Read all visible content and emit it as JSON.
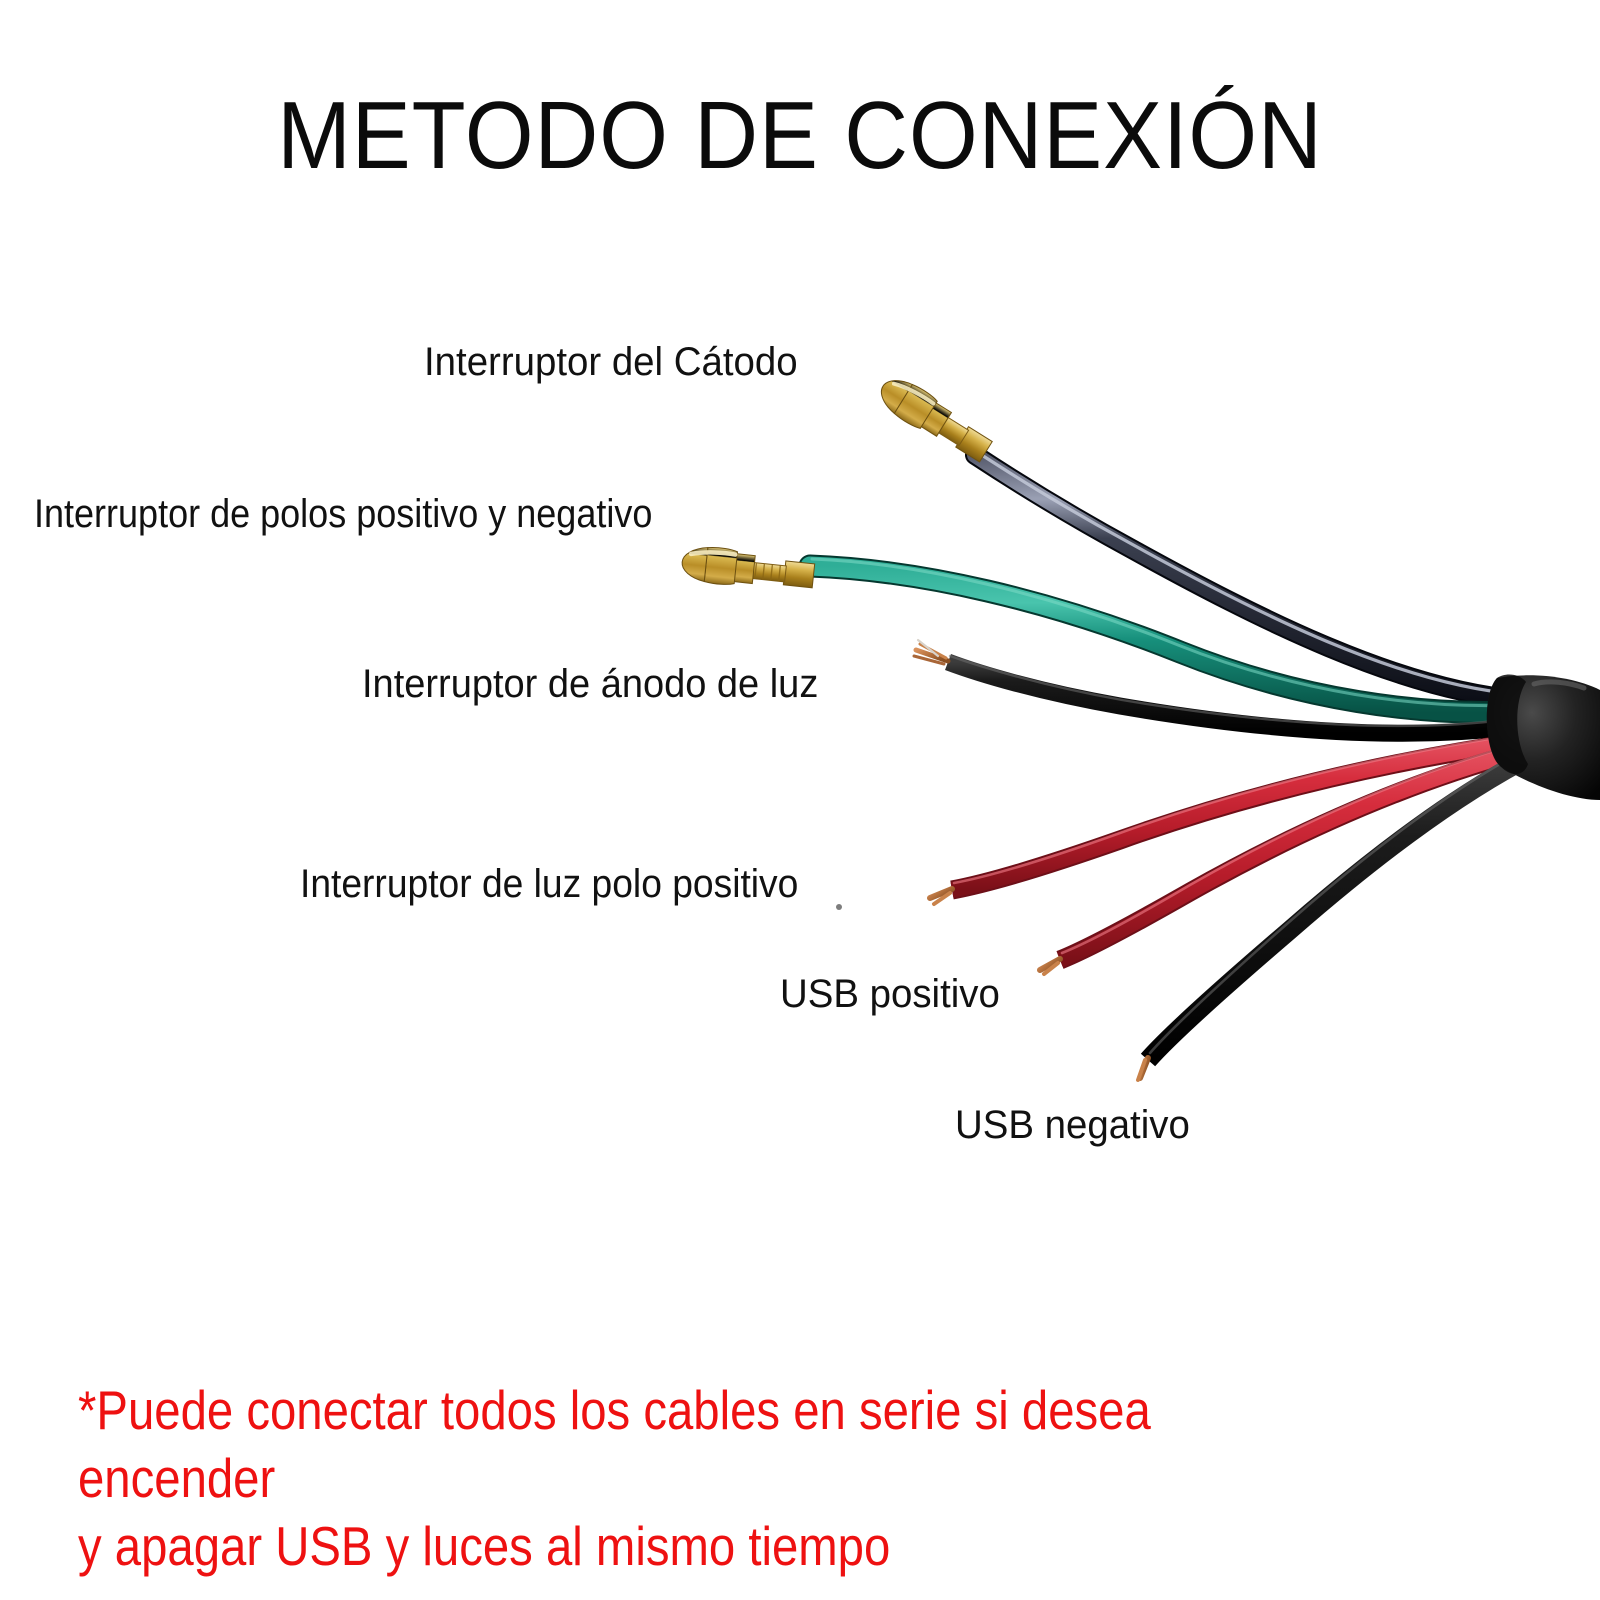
{
  "page": {
    "background_color": "#ffffff",
    "title": "METODO DE CONEXIÓN"
  },
  "labels": {
    "cathode_switch": "Interruptor del Cátodo",
    "poles_switch": "Interruptor de polos positivo y negativo",
    "light_anode_switch": "Interruptor de ánodo de luz",
    "light_positive_switch": "Interruptor de luz polo positivo",
    "usb_positive": "USB positivo",
    "usb_negative": "USB negativo"
  },
  "note": {
    "text": "*Puede conectar todos los cables en serie si desea encender\ny apagar USB y luces al mismo tiempo",
    "color": "#ee1111"
  },
  "diagram": {
    "description": "Cable harness with six wires fanning out from a black sheath at the right edge",
    "wires": [
      {
        "name": "cathode-switch-wire",
        "label": "Interruptor del Cátodo",
        "color": "#1b1f2e",
        "color_name": "black-navy",
        "termination": "gold-bullet-connector"
      },
      {
        "name": "poles-switch-wire",
        "label": "Interruptor de polos positivo y negativo",
        "color": "#17907c",
        "color_name": "teal-green",
        "termination": "gold-bullet-connector"
      },
      {
        "name": "light-anode-wire",
        "label": "Interruptor de ánodo de luz",
        "color": "#151515",
        "color_name": "black",
        "termination": "stripped-copper"
      },
      {
        "name": "light-positive-wire",
        "label": "Interruptor de luz polo positivo",
        "color": "#cf2233",
        "color_name": "red",
        "termination": "stripped-copper"
      },
      {
        "name": "usb-positive-wire",
        "label": "USB positivo",
        "color": "#cf2233",
        "color_name": "red",
        "termination": "stripped-copper"
      },
      {
        "name": "usb-negative-wire",
        "label": "USB negativo",
        "color": "#151515",
        "color_name": "black",
        "termination": "stripped-copper"
      }
    ],
    "sheath": {
      "name": "cable-sheath",
      "color": "#1a1a1a"
    },
    "connector_color": "#c8a23a",
    "copper_color": "#b5713d"
  }
}
